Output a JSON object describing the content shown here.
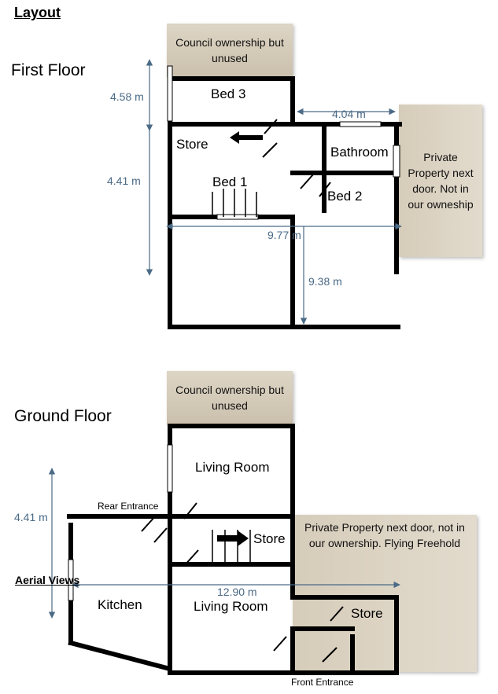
{
  "page_title": "Layout",
  "first_floor": {
    "heading": "First Floor",
    "council_box": "Council ownership but unused",
    "private_box": "Private Property next door. Not in our owneship",
    "rooms": {
      "bed3": "Bed 3",
      "store": "Store",
      "bathroom": "Bathroom",
      "bed1": "Bed 1",
      "bed2": "Bed 2"
    },
    "dims": {
      "h1": "4.58 m",
      "h2": "4.41 m",
      "w_bath": "4.04 m",
      "w_total": "9.77 m",
      "h_right": "9.38 m"
    }
  },
  "ground_floor": {
    "heading": "Ground Floor",
    "council_box": "Council ownership but unused",
    "private_box": "Private Property next door, not in our ownership. Flying Freehold",
    "rooms": {
      "living1": "Living Room",
      "store_mid": "Store",
      "kitchen": "Kitchen",
      "living2": "Living Room",
      "store_front": "Store"
    },
    "labels": {
      "rear_entrance": "Rear Entrance",
      "front_entrance": "Front Entrance",
      "aerial_views": "Aerial Views"
    },
    "dims": {
      "h_left": "4.41 m",
      "w_total": "12.90 m"
    }
  }
}
